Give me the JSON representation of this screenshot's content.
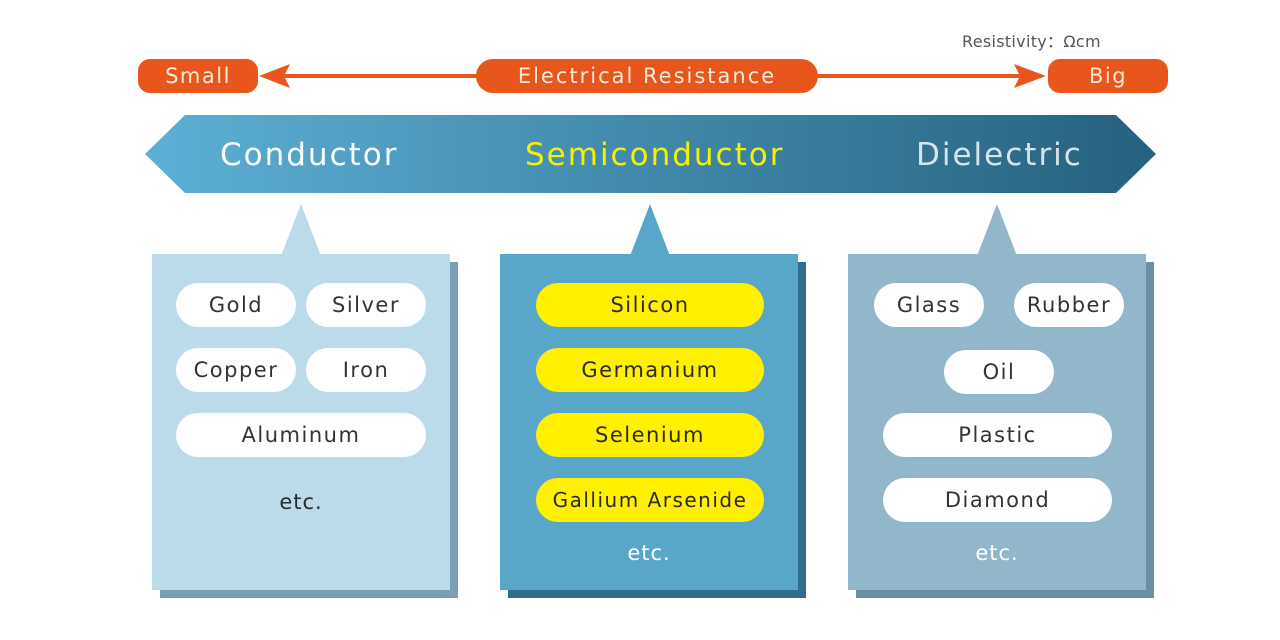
{
  "resistivity_label": "Resistivity：Ωcm",
  "scale": {
    "low_label": "Small",
    "center_label": "Electrical Resistance",
    "high_label": "Big",
    "color": "#e8561b"
  },
  "categories": [
    {
      "name": "Conductor",
      "label_color": "#ffffff",
      "card_color": "#bcdbea",
      "shadow_color": "#7a9fb4",
      "materials": [
        "Gold",
        "Silver",
        "Copper",
        "Iron",
        "Aluminum"
      ],
      "etc": "etc."
    },
    {
      "name": "Semiconductor",
      "label_color": "#f5f200",
      "card_color": "#58a7c9",
      "shadow_color": "#2f6e8a",
      "materials": [
        "Silicon",
        "Germanium",
        "Selenium",
        "Gallium Arsenide"
      ],
      "etc": "etc."
    },
    {
      "name": "Dielectric",
      "label_color": "#d6e4ec",
      "card_color": "#92b7ca",
      "shadow_color": "#6a8fa4",
      "materials": [
        "Glass",
        "Rubber",
        "Oil",
        "Plastic",
        "Diamond"
      ],
      "etc": "etc."
    }
  ],
  "band_gradient": [
    "#5cb0d6",
    "#26617e"
  ]
}
